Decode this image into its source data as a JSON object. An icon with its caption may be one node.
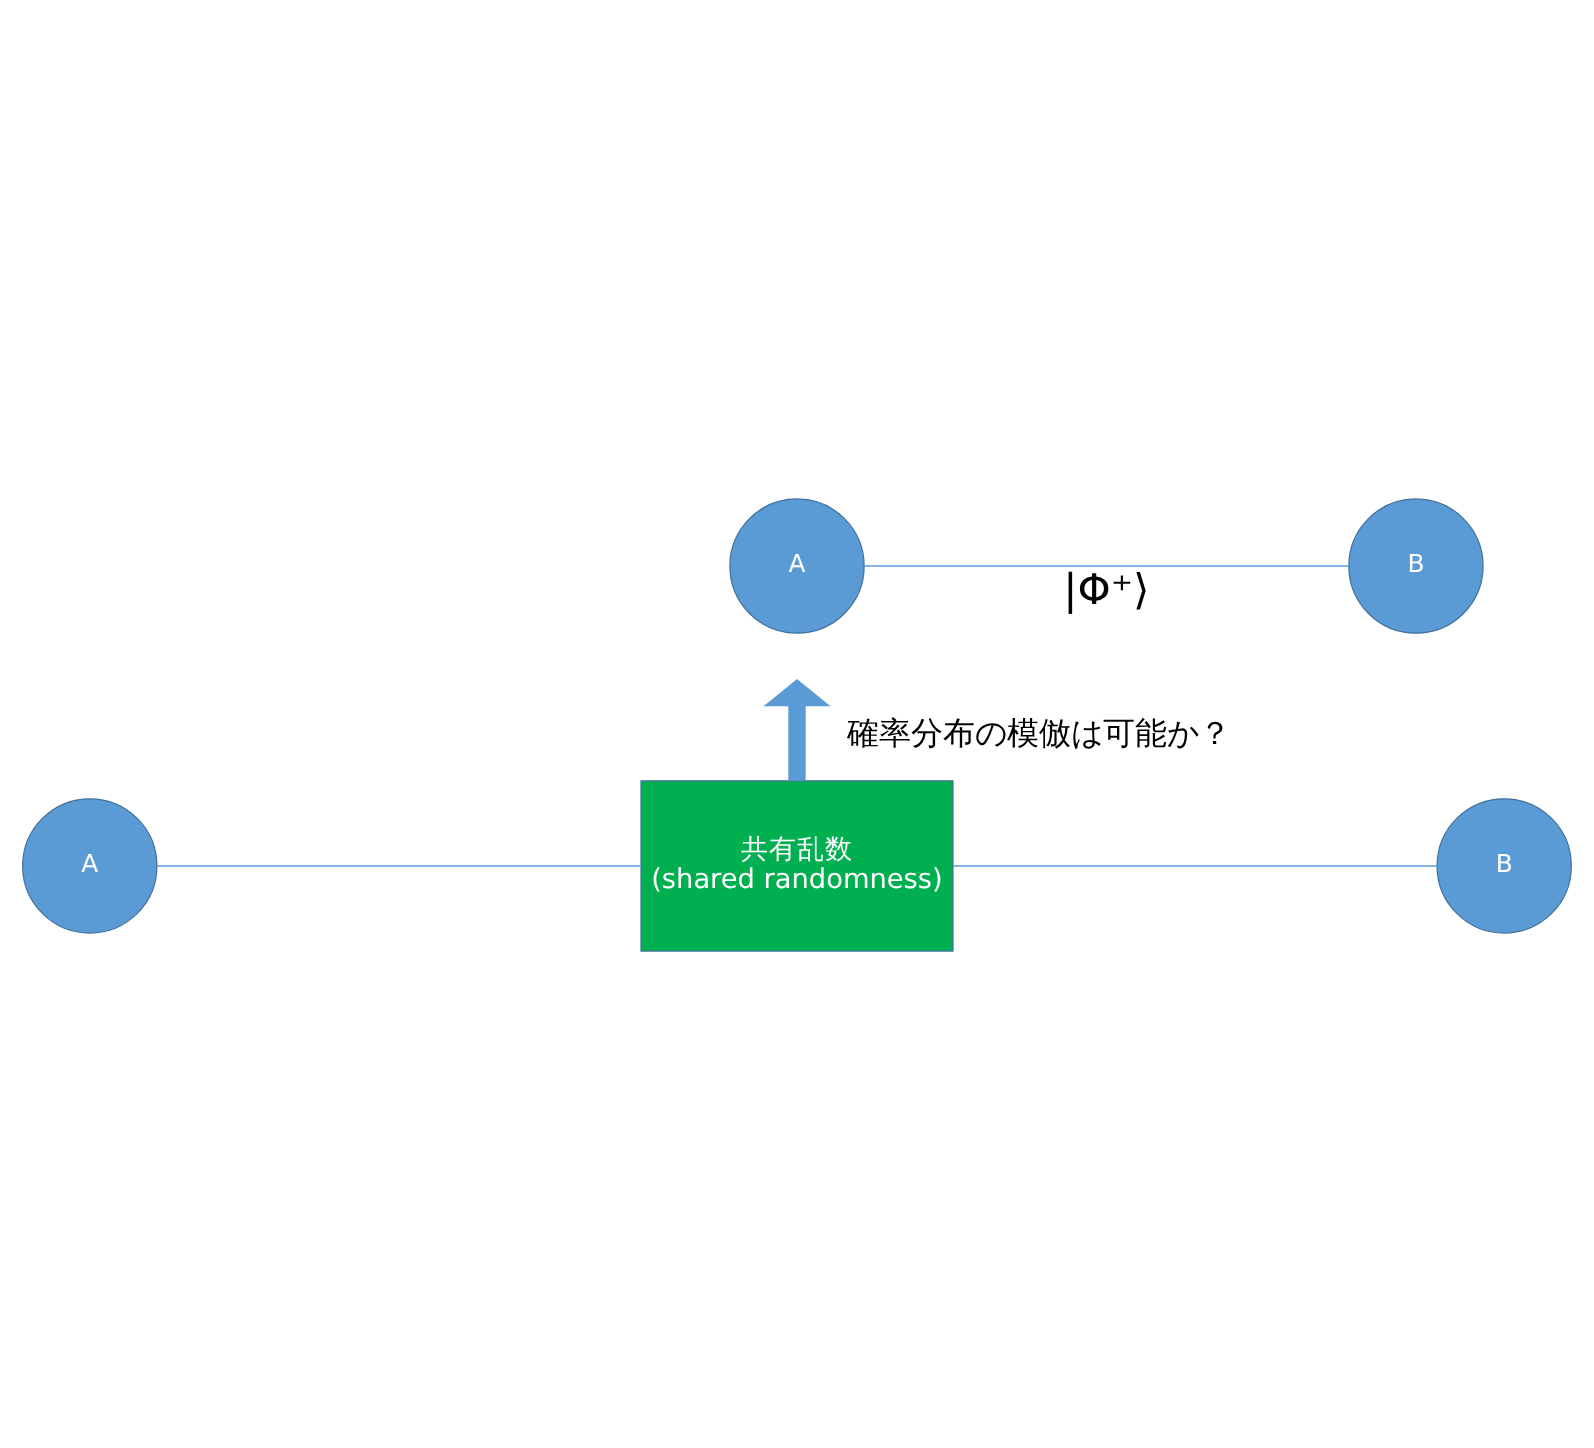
{
  "diagram": {
    "nodes": [
      {
        "text": [
          "A"
        ]
      },
      {
        "text": [
          "B"
        ]
      },
      {
        "text": [
          "A"
        ]
      },
      {
        "text": [
          "共有乱数",
          "(shared randomness)"
        ]
      },
      {
        "text": [
          "B"
        ]
      }
    ],
    "edges": [
      {
        "from": 0,
        "to": 1,
        "arrow": "none",
        "label": "|Φ⁺⟩"
      },
      {
        "from": 2,
        "to": 3,
        "arrow": "none"
      },
      {
        "from": 3,
        "to": 4,
        "arrow": "none"
      },
      {
        "from": 3,
        "to": null,
        "arrow": "to",
        "style": "thick",
        "label": "確率分布の模倣は可能か？"
      }
    ]
  }
}
